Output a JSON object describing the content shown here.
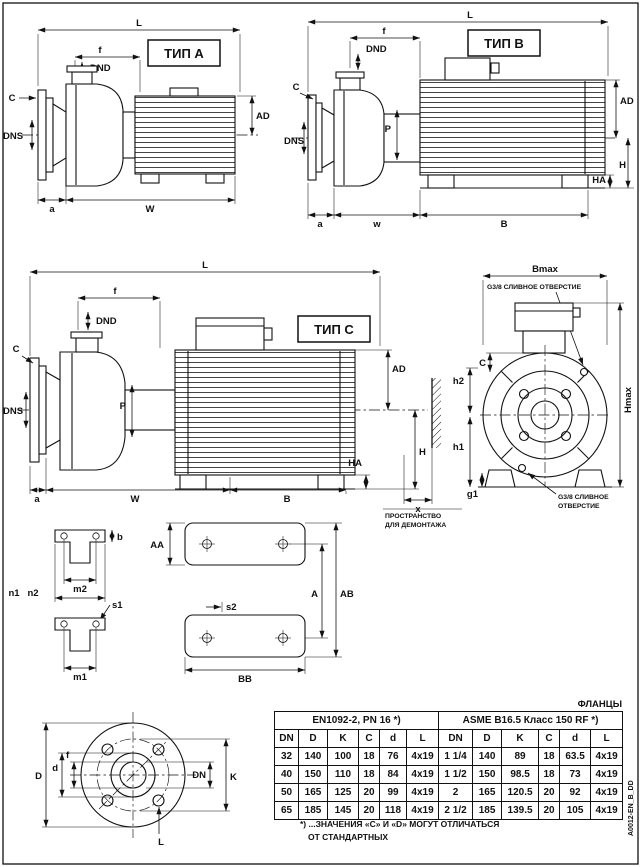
{
  "page": {
    "doc_code": "A0012-EN_B_DD"
  },
  "type_a": {
    "title": "ТИП A",
    "dims": {
      "l": "L",
      "f": "f",
      "dnd": "DND",
      "c": "C",
      "dns": "DNS",
      "ad": "AD",
      "a": "a",
      "w": "W"
    }
  },
  "type_b": {
    "title": "ТИП B",
    "dims": {
      "l": "L",
      "f": "f",
      "dnd": "DND",
      "c": "C",
      "dns": "DNS",
      "p": "P",
      "ad": "AD",
      "ha": "HA",
      "h": "H",
      "a": "a",
      "w": "w",
      "b": "B"
    }
  },
  "type_c": {
    "title": "ТИП C",
    "dims": {
      "l": "L",
      "f": "f",
      "dnd": "DND",
      "c": "C",
      "dns": "DNS",
      "p": "P",
      "ad": "AD",
      "ha": "HA",
      "h": "H",
      "a": "a",
      "w": "W",
      "b": "B",
      "x": "x"
    },
    "space_note_1": "ПРОСТРАНСТВО",
    "space_note_2": "ДЛЯ ДЕМОНТАЖА"
  },
  "end_view": {
    "dims": {
      "bmax": "Bmax",
      "h2": "h2",
      "c": "C",
      "h1": "h1",
      "g1": "g1",
      "hmax": "Hmax"
    },
    "drain_top": "G3/8 СЛИВНОЕ ОТВЕРСТИЕ",
    "drain_bottom_1": "G3/8 СЛИВНОЕ",
    "drain_bottom_2": "ОТВЕРСТИЕ"
  },
  "base_plates": {
    "dims": {
      "b": "b",
      "m2": "m2",
      "n1": "n1",
      "n2": "n2",
      "s1": "s1",
      "m1": "m1",
      "aa": "AA",
      "a": "A",
      "ab": "AB",
      "s2": "s2",
      "bb": "BB"
    }
  },
  "flange_view": {
    "dims": {
      "d_outer": "D",
      "d_small": "d",
      "f": "f",
      "dn": "DN",
      "k": "K",
      "l": "L"
    }
  },
  "flange_table": {
    "caption": "ФЛАНЦЫ",
    "group_headers": [
      "EN1092-2, PN 16 *)",
      "ASME B16.5 Класс 150 RF *)"
    ],
    "columns": [
      "DN",
      "D",
      "K",
      "C",
      "d",
      "L"
    ],
    "rows": [
      [
        "32",
        "140",
        "100",
        "18",
        "76",
        "4x19",
        "1 1/4",
        "140",
        "89",
        "18",
        "63.5",
        "4x19"
      ],
      [
        "40",
        "150",
        "110",
        "18",
        "84",
        "4x19",
        "1 1/2",
        "150",
        "98.5",
        "18",
        "73",
        "4x19"
      ],
      [
        "50",
        "165",
        "125",
        "20",
        "99",
        "4x19",
        "2",
        "165",
        "120.5",
        "20",
        "92",
        "4x19"
      ],
      [
        "65",
        "185",
        "145",
        "20",
        "118",
        "4x19",
        "2 1/2",
        "185",
        "139.5",
        "20",
        "105",
        "4x19"
      ]
    ],
    "footnote_1": "*) ...ЗНАЧЕНИЯ «C» И «D» МОГУТ ОТЛИЧАТЬСЯ",
    "footnote_2": "ОТ СТАНДАРТНЫХ"
  }
}
